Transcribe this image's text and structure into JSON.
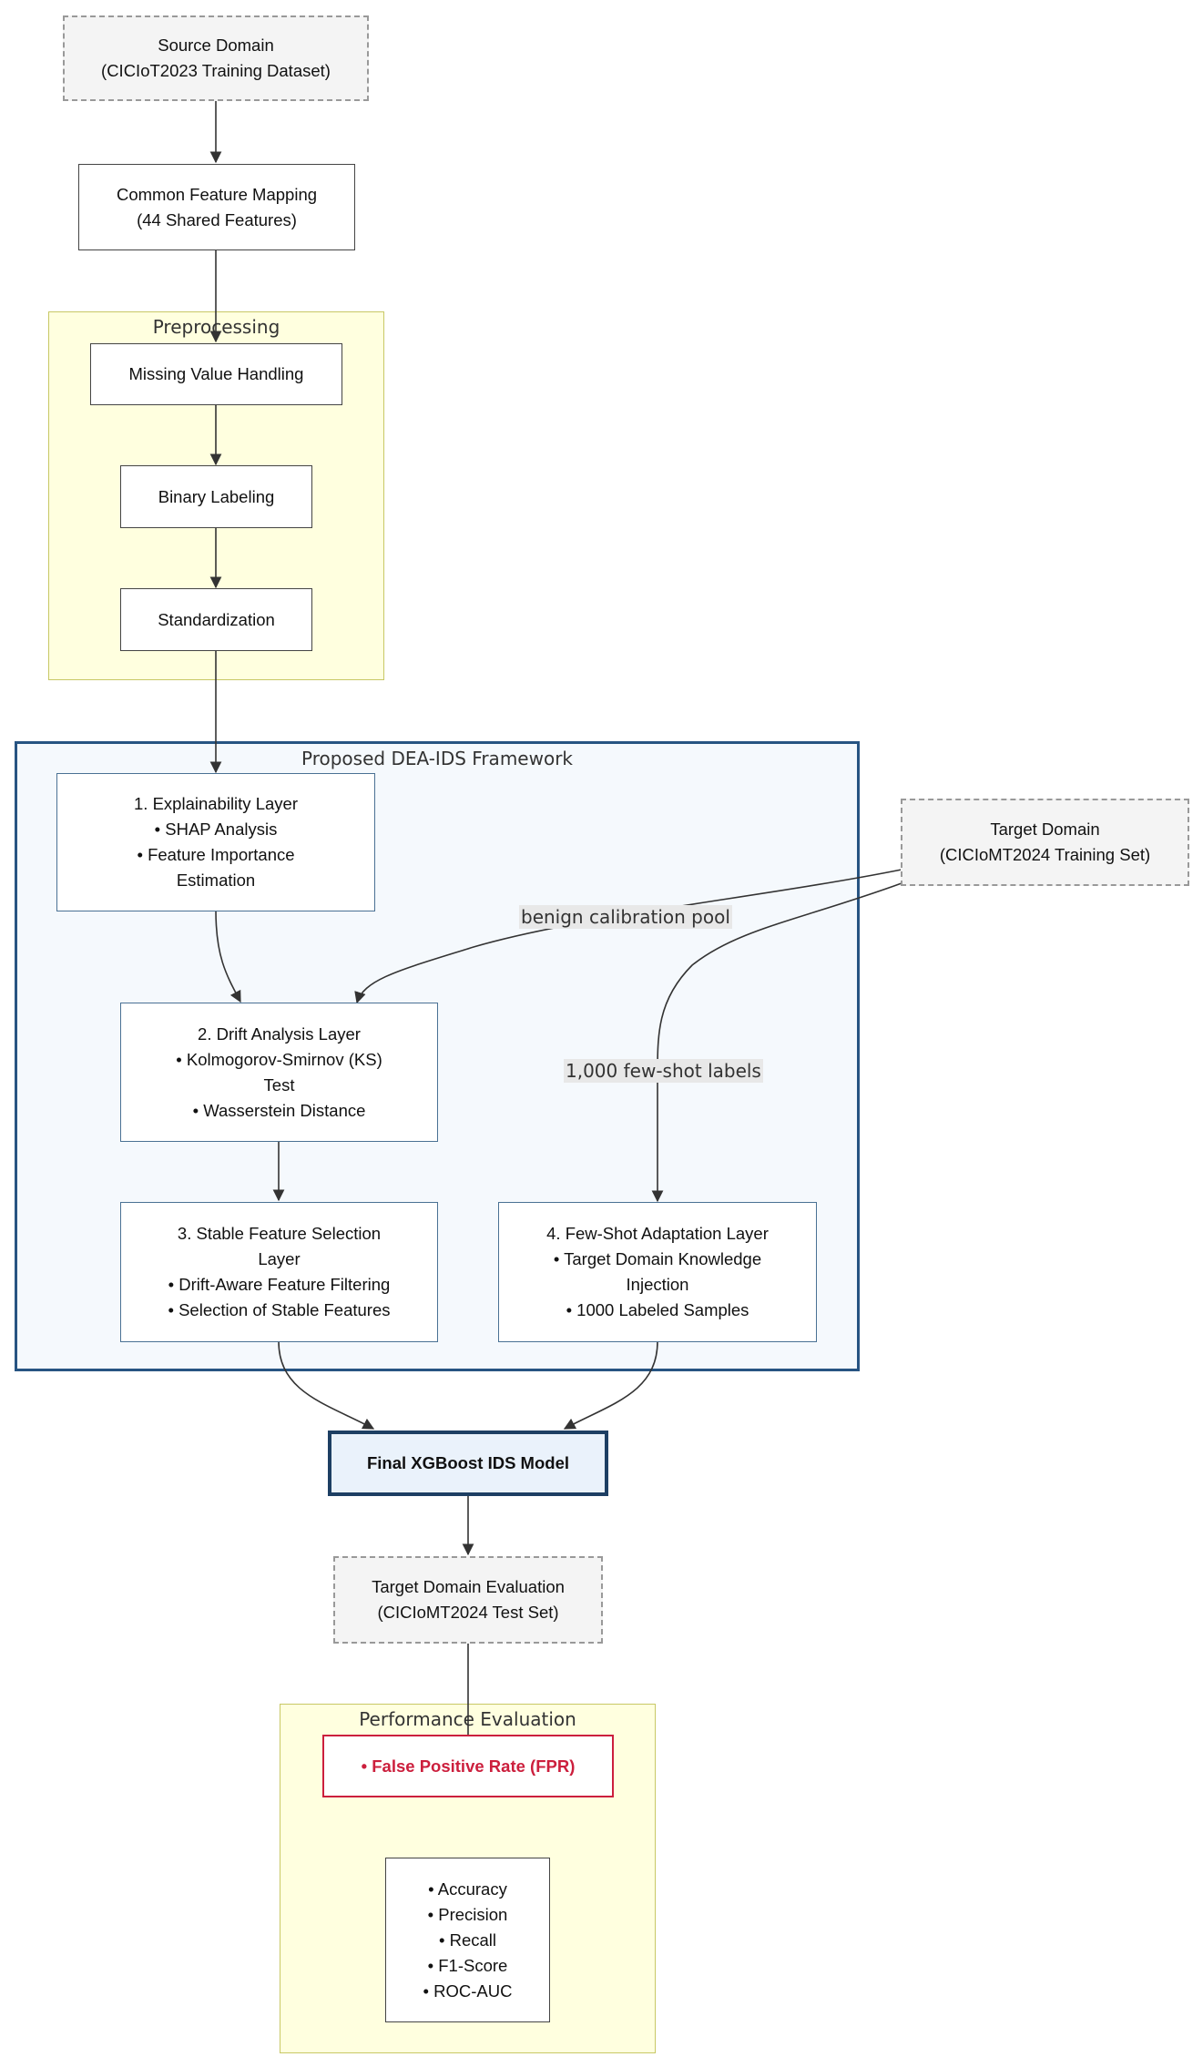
{
  "clusters": {
    "preprocessing": "Preprocessing",
    "framework": "Proposed DEA-IDS Framework",
    "performance": "Performance Evaluation"
  },
  "nodes": {
    "source": [
      "Source Domain",
      "(CICIoT2023 Training Dataset)"
    ],
    "mapping": [
      "Common Feature Mapping",
      "(44 Shared Features)"
    ],
    "missing": [
      "Missing Value Handling"
    ],
    "binary": [
      "Binary Labeling"
    ],
    "standard": [
      "Standardization"
    ],
    "explain": [
      "1. Explainability Layer",
      "• SHAP Analysis",
      "• Feature Importance",
      "Estimation"
    ],
    "target": [
      "Target Domain",
      "(CICIoMT2024 Training Set)"
    ],
    "drift": [
      "2. Drift Analysis Layer",
      "• Kolmogorov-Smirnov (KS)",
      "Test",
      "• Wasserstein Distance"
    ],
    "stable": [
      "3. Stable Feature Selection",
      "Layer",
      "• Drift-Aware Feature Filtering",
      "• Selection of Stable Features"
    ],
    "fewshot": [
      "4. Few-Shot Adaptation Layer",
      "• Target Domain Knowledge",
      "Injection",
      "• 1000 Labeled Samples"
    ],
    "final": [
      "Final XGBoost IDS Model"
    ],
    "evaluation": [
      "Target Domain Evaluation",
      "(CICIoMT2024 Test Set)"
    ],
    "fpr": [
      "• False Positive Rate (FPR)"
    ],
    "metrics": [
      "• Accuracy",
      "• Precision",
      "• Recall",
      "• F1-Score",
      "• ROC-AUC"
    ]
  },
  "edge_labels": {
    "calibration": "benign calibration pool",
    "fewshot": "1,000 few-shot labels"
  },
  "colors": {
    "cluster_yellow_fill": "#ffffdf",
    "cluster_yellow_border": "#c8c865",
    "framework_border": "#275482",
    "framework_fill": "#f5f9fd",
    "final_border": "#1d3f63",
    "final_fill": "#eaf2fb",
    "fpr_accent": "#cc1f3d",
    "dashed_fill": "#f4f4f4",
    "edge": "#333333"
  }
}
